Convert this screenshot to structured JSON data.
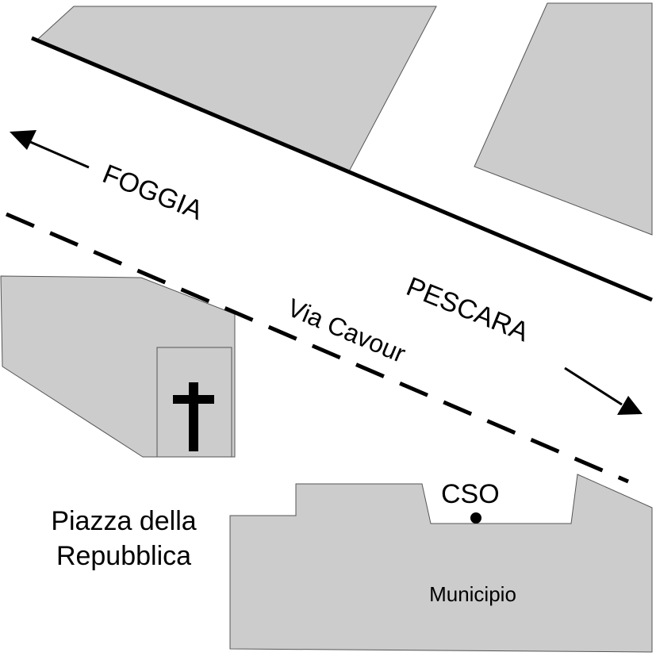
{
  "map": {
    "directions": {
      "west": "FOGGIA",
      "east": "PESCARA"
    },
    "street": "Via Cavour",
    "square": {
      "line1": "Piazza della",
      "line2": "Repubblica"
    },
    "building": "Municipio",
    "point_label": "CSO",
    "icons": {
      "church": "cross-icon",
      "point": "dot-marker-icon"
    }
  }
}
